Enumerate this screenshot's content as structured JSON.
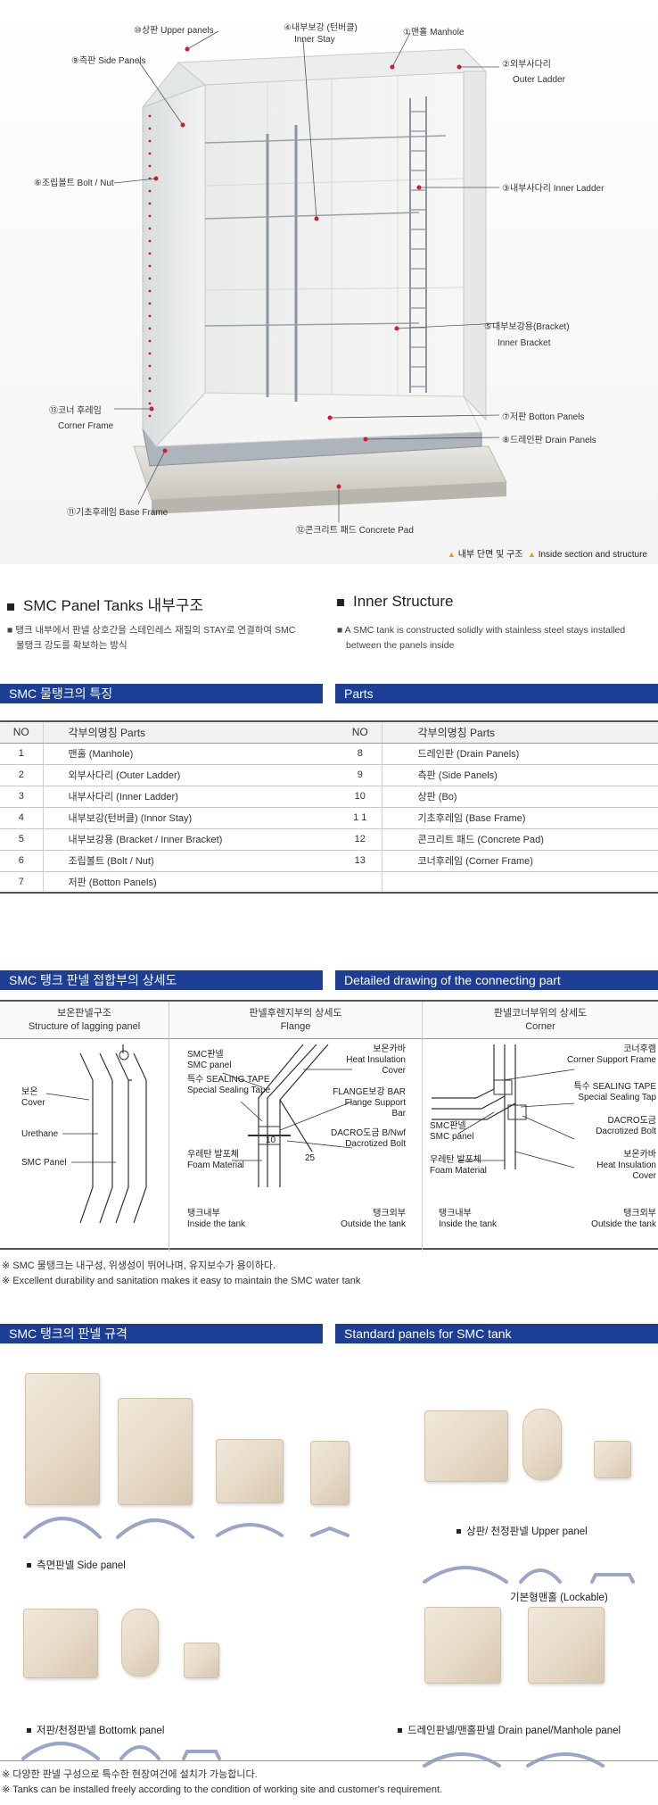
{
  "hero": {
    "callouts": {
      "upper": "⑩상판 Upper panels",
      "inner_stay_a": "④내부보강 (턴버클)",
      "inner_stay_b": "Inner Stay",
      "manhole": "①맨홀 Manhole",
      "side": "⑨측판 Side Panels",
      "outer_ladder_a": "②외부사다리",
      "outer_ladder_b": "Outer Ladder",
      "bolt": "⑥조립볼트 Bolt / Nut",
      "inner_ladder": "③내부사다리 Inner Ladder",
      "bracket_a": "⑤내부보강용(Bracket)",
      "bracket_b": "Inner Bracket",
      "corner_a": "⑬코너 후레임",
      "corner_b": "Corner Frame",
      "bottom": "⑦저판 Botton Panels",
      "drain": "⑧드레인판 Drain Panels",
      "base": "⑪기초후레임 Base Frame",
      "pad": "⑫콘크리트 패드 Concrete Pad"
    },
    "caption_kr": "내부 단면 및 구조",
    "caption_en": "Inside section and structure"
  },
  "intro": {
    "left_title": "SMC Panel Tanks 내부구조",
    "left_desc_1": "■ 탱크 내부에서 판넬 상호간을 스테인레스 재질의 STAY로 연결하여 SMC",
    "left_desc_2": "물탱크 강도를 확보하는 방식",
    "right_title": "Inner Structure",
    "right_desc_1": "■ A SMC tank is constructed solidly with stainless steel stays installed",
    "right_desc_2": "between the panels inside"
  },
  "features": {
    "bar_left": "SMC 물탱크의 특징",
    "bar_right": "Parts",
    "header_no": "NO",
    "header_name": "각부의명칭 Parts",
    "rows": [
      {
        "no_l": "1",
        "name_l": "맨홀 (Manhole)",
        "no_r": "8",
        "name_r": "드레인판 (Drain Panels)"
      },
      {
        "no_l": "2",
        "name_l": "외부사다리 (Outer Ladder)",
        "no_r": "9",
        "name_r": "측판 (Side Panels)"
      },
      {
        "no_l": "3",
        "name_l": "내부사다리 (Inner Ladder)",
        "no_r": "10",
        "name_r": "상판 (Bo)"
      },
      {
        "no_l": "4",
        "name_l": "내부보강(턴버클) (Innor Stay)",
        "no_r": "1 1",
        "name_r": "기초후레임 (Base Frame)"
      },
      {
        "no_l": "5",
        "name_l": "내부보강용 (Bracket / Inner Bracket)",
        "no_r": "12",
        "name_r": "콘크리트 패드 (Concrete Pad)"
      },
      {
        "no_l": "6",
        "name_l": "조립볼트 (Bolt / Nut)",
        "no_r": "13",
        "name_r": "코너후레임 (Corner Frame)"
      },
      {
        "no_l": "7",
        "name_l": "저판 (Botton Panels)",
        "no_r": "",
        "name_r": ""
      }
    ]
  },
  "connecting": {
    "bar_left": "SMC 탱크 판넬 접합부의 상세도",
    "bar_right": "Detailed drawing of the connecting part",
    "col1": {
      "head_kr": "보온판넬구조",
      "head_en": "Structure of lagging panel",
      "cover_kr": "보온",
      "cover_en": "Cover",
      "urethane": "Urethane",
      "smc": "SMC Panel"
    },
    "col2": {
      "head_kr": "판넬후렌지부의 상세도",
      "head_en": "Flange",
      "smc_kr": "SMC판넬",
      "smc_en": "SMC panel",
      "tape_kr": "특수 SEALING TAPE",
      "tape_en": "Special Sealing Tape",
      "foam_kr": "우레탄 발포체",
      "foam_en": "Foam Material",
      "cover_kr": "보온카바",
      "cover_en1": "Heat Insulation",
      "cover_en2": "Cover",
      "bar_kr": "FLANGE보강 BAR",
      "bar_en1": "Flange Support",
      "bar_en2": "Bar",
      "bolt_kr": "DACRO도금 B/Nwf",
      "bolt_en": "Dacrotized Bolt",
      "dim1": "10",
      "dim2": "25",
      "inside_kr": "탱크내부",
      "inside_en": "Inside the tank",
      "outside_kr": "탱크외부",
      "outside_en": "Outside the tank"
    },
    "col3": {
      "head_kr": "판넬코너부위의 상세도",
      "head_en": "Corner",
      "frame_kr": "코너후렘",
      "frame_en": "Corner Support  Frame",
      "tape_kr": "특수 SEALING TAPE",
      "tape_en": "Special Sealing Tap",
      "smc_kr": "SMC판넬",
      "smc_en": "SMC panel",
      "bolt_kr": "DACRO도금",
      "bolt_en": "Dacrotized Bolt",
      "foam_kr": "우레탄 발포체",
      "foam_en": "Foam Material",
      "cover_kr": "보온카바",
      "cover_en1": "Heat Insulation",
      "cover_en2": "Cover",
      "inside_kr": "탱크내부",
      "inside_en": "Inside the tank",
      "outside_kr": "탱크외부",
      "outside_en": "Outside the tank"
    },
    "note_kr": "※ SMC 물탱크는 내구성, 위생성이 뛰어나며, 유지보수가 용이하다.",
    "note_en": "※ Excellent durability and sanitation makes it easy to maintain the SMC water tank"
  },
  "panels": {
    "bar_left": "SMC 탱크의 판넬 규격",
    "bar_right": "Standard panels for SMC tank",
    "side_label": "측면판넬    Side panel",
    "upper_label": "상판/ 천정판넬    Upper panel",
    "lockable_label": "기본형맨홀  (Lockable)",
    "bottom_label": "저판/천정판넬    Bottomk panel",
    "drain_label": "드레인판넬/맨홀판넬   Drain panel/Manhole panel",
    "note_kr": "※ 다양한 판넬 구성으로 특수한 현장여건에 설치가 가능합니다.",
    "note_en": "※ Tanks can be installed freely according to the condition of working site and customer's requirement."
  },
  "colors": {
    "accent_blue": "#1c3f95",
    "callout_red": "#d21a2a",
    "panel_beige": "#e6d9c6"
  }
}
